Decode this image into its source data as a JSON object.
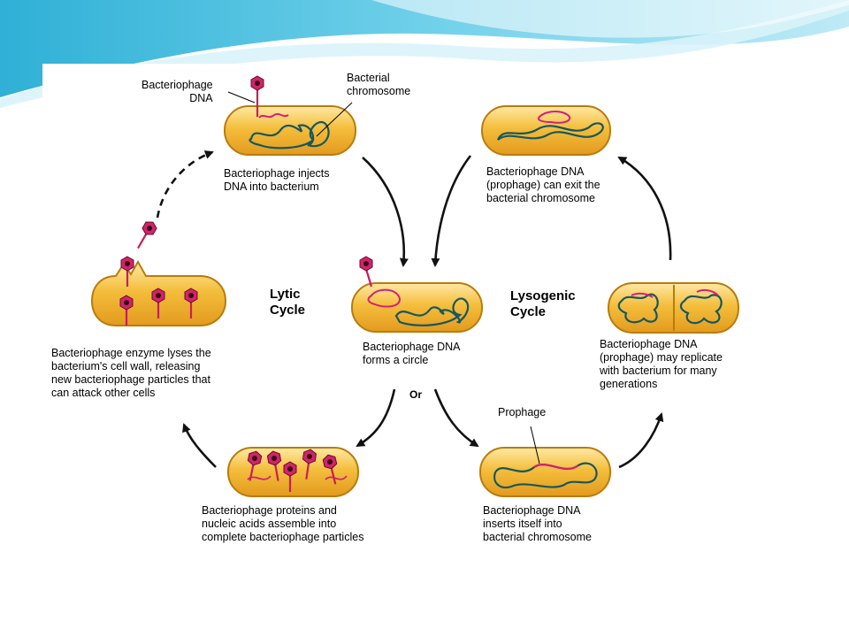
{
  "diagram": {
    "cycle_labels": {
      "lytic": [
        "Lytic",
        "Cycle"
      ],
      "lysogenic": [
        "Lysogenic",
        "Cycle"
      ]
    },
    "or_label": "Or",
    "callouts": {
      "phage_dna": [
        "Bacteriophage",
        "DNA"
      ],
      "bacterial_chromosome": [
        "Bacterial",
        "chromosome"
      ],
      "prophage": "Prophage"
    },
    "captions": {
      "inject": [
        "Bacteriophage injects",
        "DNA into bacterium"
      ],
      "exit": [
        "Bacteriophage DNA",
        "(prophage) can exit the",
        "bacterial chromosome"
      ],
      "lyse": [
        "Bacteriophage enzyme lyses the",
        "bacterium's cell wall, releasing",
        "new bacteriophage particles that",
        "can attack other cells"
      ],
      "circle": [
        "Bacteriophage DNA",
        "forms a circle"
      ],
      "replicate": [
        "Bacteriophage DNA",
        "(prophage) may replicate",
        "with bacterium for many",
        "generations"
      ],
      "assemble": [
        "Bacteriophage proteins and",
        "nucleic acids assemble into",
        "complete bacteriophage particles"
      ],
      "insert": [
        "Bacteriophage DNA",
        "inserts itself into",
        "bacterial chromosome"
      ]
    },
    "colors": {
      "cell_fill": "#F4BE3C",
      "cell_edge": "#B87C0C",
      "chromosome": "#15585F",
      "phage_dna": "#D4207A",
      "arrow": "#111111",
      "header_teal": "#39B8D9"
    }
  }
}
